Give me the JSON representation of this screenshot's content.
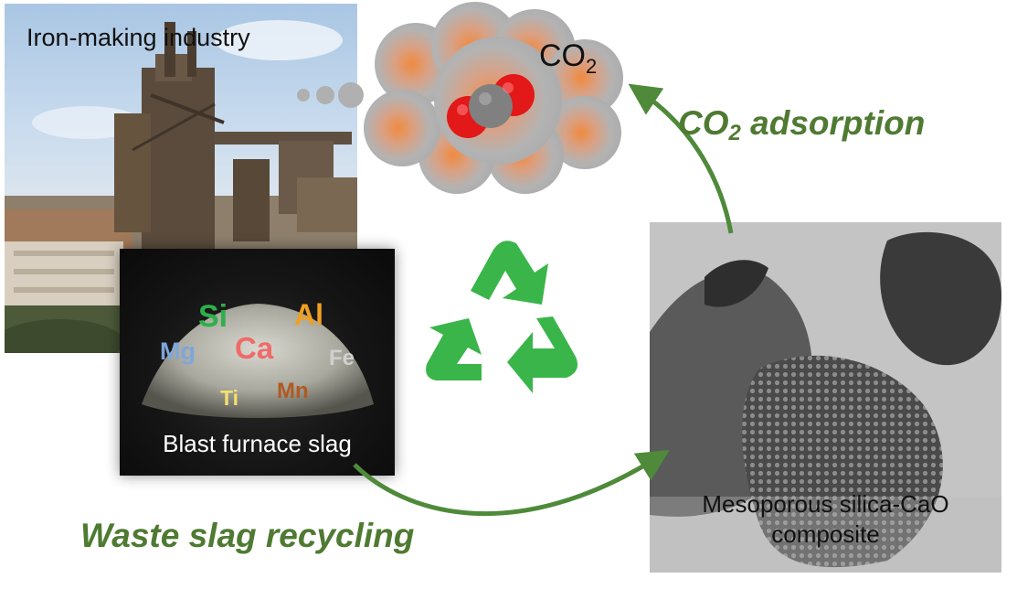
{
  "industry_photo": {
    "label": "Iron-making industry"
  },
  "slag_photo": {
    "label": "Blast furnace slag",
    "elements": [
      {
        "symbol": "Si",
        "color": "#2db04a"
      },
      {
        "symbol": "Al",
        "color": "#f0a020"
      },
      {
        "symbol": "Mg",
        "color": "#7ea6d8"
      },
      {
        "symbol": "Ca",
        "color": "#f06a6a"
      },
      {
        "symbol": "Fe",
        "color": "#d0d0d0"
      },
      {
        "symbol": "Ti",
        "color": "#f3e070"
      },
      {
        "symbol": "Mn",
        "color": "#b05a20"
      }
    ]
  },
  "cloud": {
    "co2_main": "CO",
    "co2_sub": "2"
  },
  "tem_photo": {
    "label_line1": "Mesoporous silica-CaO",
    "label_line2": "composite"
  },
  "processes": {
    "adsorption_main": "CO",
    "adsorption_sub": "2",
    "adsorption_rest": " adsorption",
    "recycling": "Waste slag recycling"
  },
  "colors": {
    "arrow_green": "#4e8a3a",
    "recycle_green": "#3ab54a",
    "process_text": "#4e7a32"
  },
  "icons": [
    "recycle-icon",
    "co2-molecule-icon"
  ]
}
